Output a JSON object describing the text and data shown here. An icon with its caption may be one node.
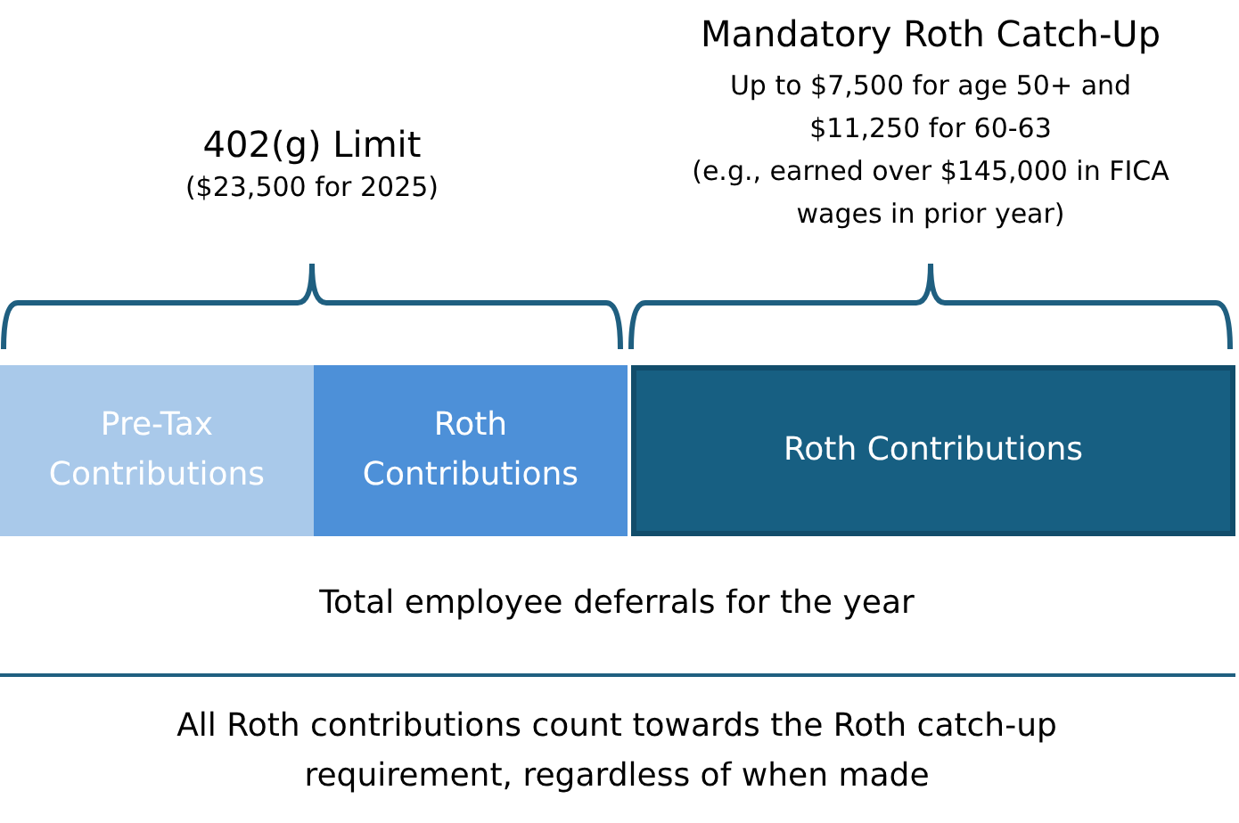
{
  "diagram": {
    "nodes": [
      {
        "text": [
          "Pre-Tax Contributions"
        ]
      },
      {
        "text": [
          "Roth Contributions"
        ]
      },
      {
        "text": [
          "Roth Contributions"
        ]
      }
    ],
    "labels": [
      "Mandatory Roth Catch-Up",
      "Up to $7,500 for age 50+ and $11,250 for 60-63",
      "(e.g., earned over $145,000 in FICA wages in prior year)",
      "402(g) Limit",
      "($23,500 for 2025)",
      "Total employee deferrals for the year",
      "All Roth contributions count towards the Roth catch-up requirement, regardless of when made"
    ]
  }
}
